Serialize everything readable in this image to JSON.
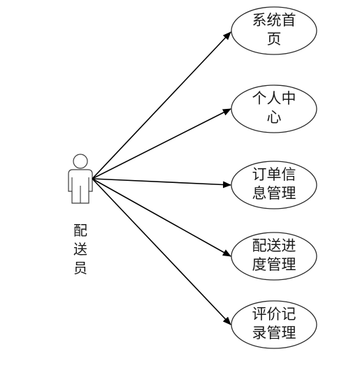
{
  "actor": {
    "label_chars": [
      "配",
      "送",
      "员"
    ]
  },
  "use_cases": [
    {
      "lines": [
        "系统首",
        "页"
      ]
    },
    {
      "lines": [
        "个人中",
        "心"
      ]
    },
    {
      "lines": [
        "订单信",
        "息管理"
      ]
    },
    {
      "lines": [
        "配送进",
        "度管理"
      ]
    },
    {
      "lines": [
        "评价记",
        "录管理"
      ]
    }
  ]
}
